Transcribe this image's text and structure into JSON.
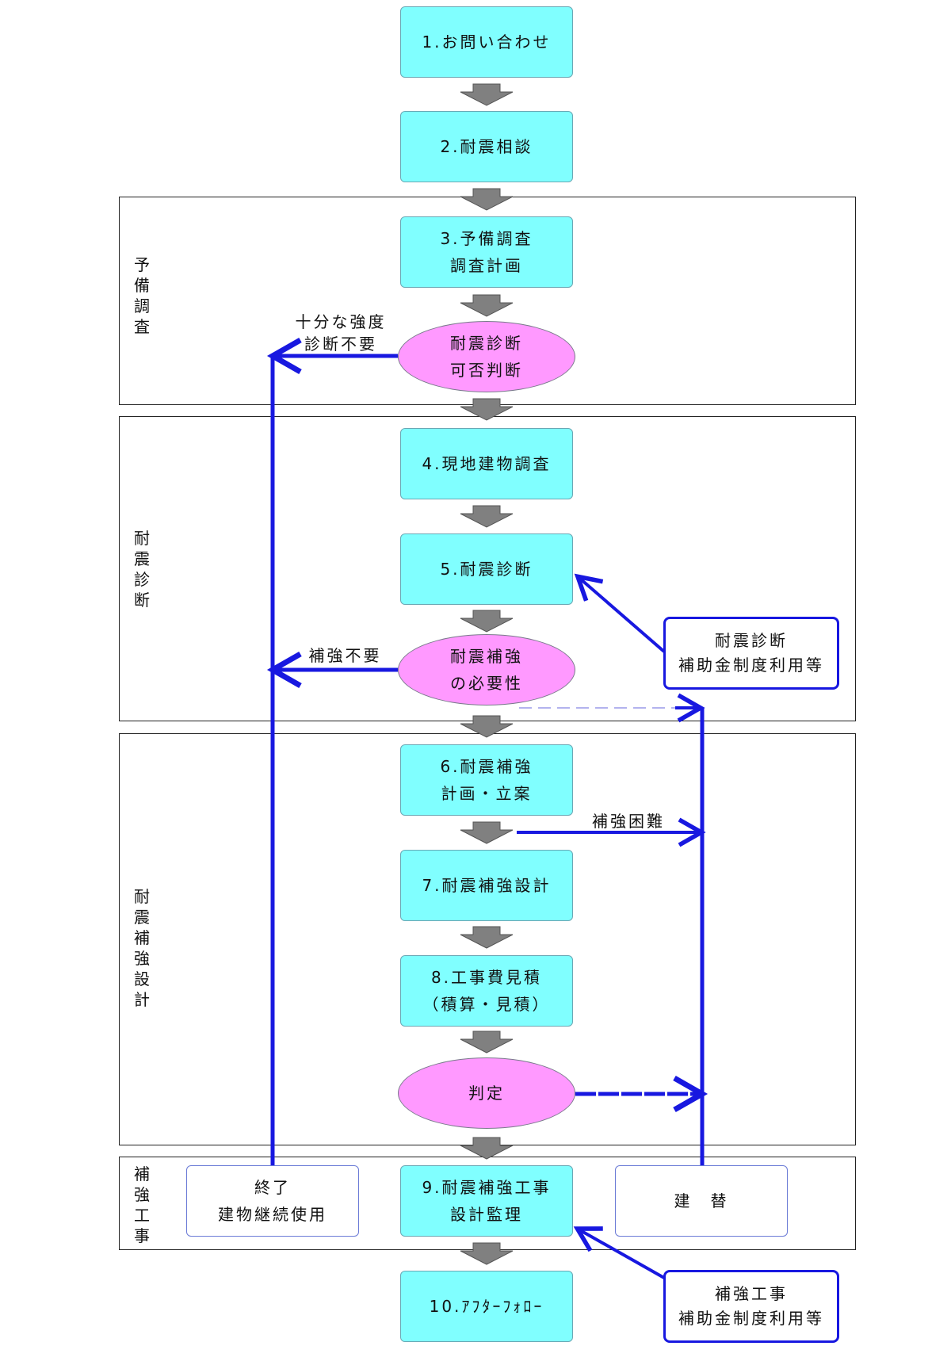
{
  "phases": [
    {
      "label": "予備調査"
    },
    {
      "label": "耐震診断"
    },
    {
      "label": "耐震補強設計"
    },
    {
      "label": "補強工事"
    }
  ],
  "steps": {
    "s1": [
      "1.お問い合わせ"
    ],
    "s2": [
      "2.耐震相談"
    ],
    "s3": [
      "3.予備調査",
      "調査計画"
    ],
    "s4": [
      "4.現地建物調査"
    ],
    "s5": [
      "5.耐震診断"
    ],
    "s6": [
      "6.耐震補強",
      "計画・立案"
    ],
    "s7": [
      "7.耐震補強設計"
    ],
    "s8": [
      "8.工事費見積",
      "（積算・見積）"
    ],
    "s9": [
      "9.耐震補強工事",
      "設計監理"
    ],
    "s10": [
      "10.ｱﾌﾀｰﾌｫﾛｰ"
    ]
  },
  "decisions": {
    "d1": [
      "耐震診断",
      "可否判断"
    ],
    "d2": [
      "耐震補強",
      "の必要性"
    ],
    "d3": [
      "判定"
    ]
  },
  "outcomes": {
    "end": [
      "終了",
      "建物継続使用"
    ],
    "rebuild": [
      "建　替"
    ]
  },
  "notes": {
    "n1": [
      "耐震診断",
      "補助金制度利用等"
    ],
    "n2": [
      "補強工事",
      "補助金制度利用等"
    ]
  },
  "labels": {
    "sufficient": [
      "十分な強度",
      "診断不要"
    ],
    "no_reinforce": "補強不要",
    "difficult": "補強困難"
  },
  "colors": {
    "step_fill": "#80ffff",
    "decision_fill": "#ff99ff",
    "flow_line": "#1818e0",
    "arrow_gray": "#808080"
  }
}
